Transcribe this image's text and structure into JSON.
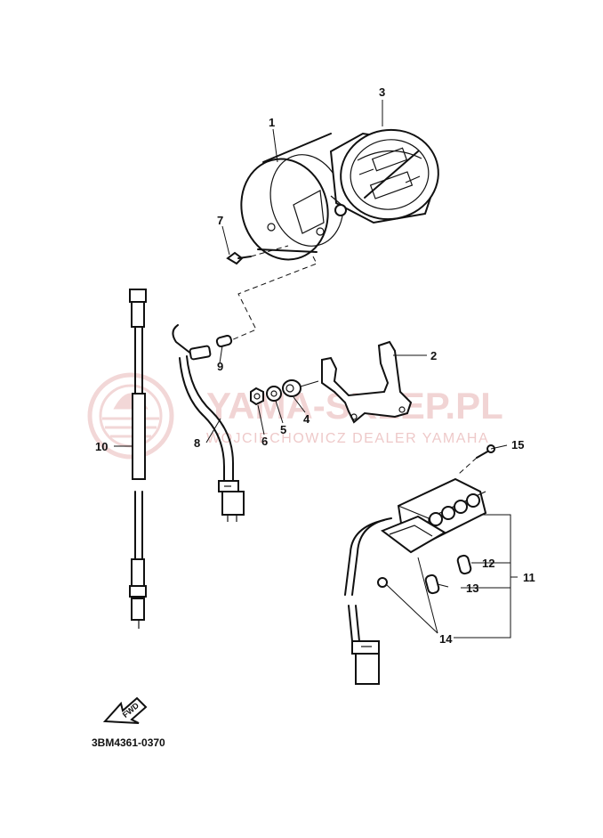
{
  "watermark": {
    "site": "YAMA-SKLEP.PL",
    "subtitle": "WOJCIECHOWICZ DEALER YAMAHA",
    "color": "#e9b8b8"
  },
  "diagram_code": "3BM4361-0370",
  "fwd_label": "FWD",
  "callouts": [
    "1",
    "2",
    "3",
    "4",
    "5",
    "6",
    "7",
    "8",
    "9",
    "10",
    "11",
    "12",
    "13",
    "14",
    "15"
  ]
}
